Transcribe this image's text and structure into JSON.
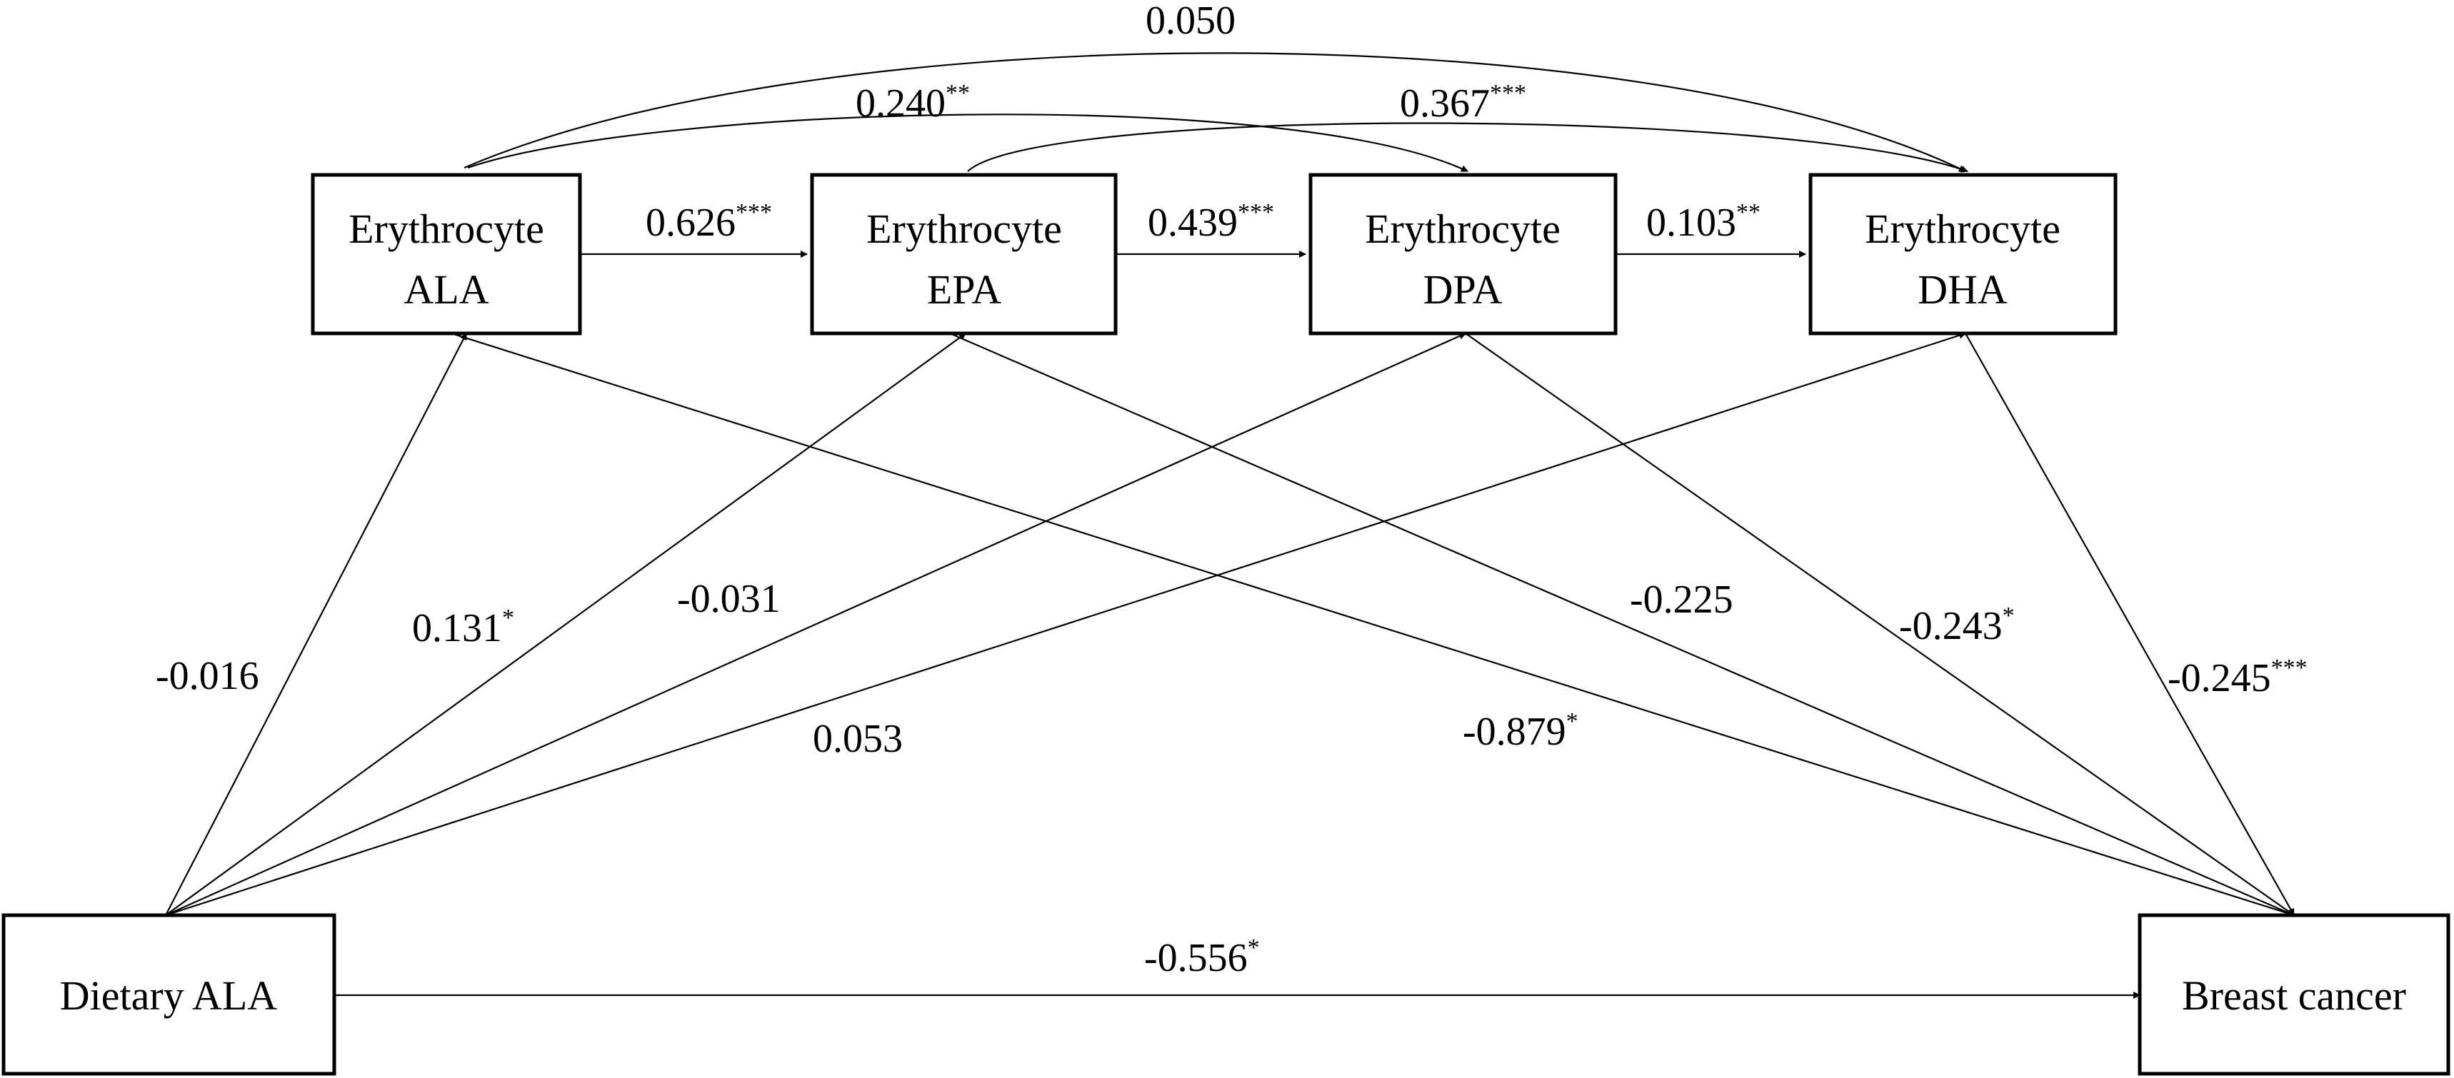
{
  "nodes": {
    "ery_ala": {
      "line1": "Erythrocyte",
      "line2": "ALA"
    },
    "ery_epa": {
      "line1": "Erythrocyte",
      "line2": "EPA"
    },
    "ery_dpa": {
      "line1": "Erythrocyte",
      "line2": "DPA"
    },
    "ery_dha": {
      "line1": "Erythrocyte",
      "line2": "DHA"
    },
    "dietary_ala": {
      "label": "Dietary ALA"
    },
    "breast_cancer": {
      "label": "Breast cancer"
    }
  },
  "paths": {
    "ala_to_epa": {
      "from": "Erythrocyte ALA",
      "to": "Erythrocyte EPA",
      "coef": "0.626",
      "sig": "***"
    },
    "epa_to_dpa": {
      "from": "Erythrocyte EPA",
      "to": "Erythrocyte DPA",
      "coef": "0.439",
      "sig": "***"
    },
    "dpa_to_dha": {
      "from": "Erythrocyte DPA",
      "to": "Erythrocyte DHA",
      "coef": "0.103",
      "sig": "**"
    },
    "ala_to_dpa": {
      "from": "Erythrocyte ALA",
      "to": "Erythrocyte DPA",
      "coef": "0.240",
      "sig": "**"
    },
    "epa_to_dha": {
      "from": "Erythrocyte EPA",
      "to": "Erythrocyte DHA",
      "coef": "0.367",
      "sig": "***"
    },
    "ala_to_dha": {
      "from": "Erythrocyte ALA",
      "to": "Erythrocyte DHA",
      "coef": "0.050",
      "sig": ""
    },
    "diet_to_ery_ala": {
      "from": "Dietary ALA",
      "to": "Erythrocyte ALA",
      "coef": "-0.016",
      "sig": ""
    },
    "diet_to_ery_epa": {
      "from": "Dietary ALA",
      "to": "Erythrocyte EPA",
      "coef": "0.131",
      "sig": "*"
    },
    "diet_to_ery_dpa": {
      "from": "Dietary ALA",
      "to": "Erythrocyte DPA",
      "coef": "-0.031",
      "sig": ""
    },
    "diet_to_ery_dha": {
      "from": "Dietary ALA",
      "to": "Erythrocyte DHA",
      "coef": "0.053",
      "sig": ""
    },
    "ery_ala_to_bc": {
      "from": "Erythrocyte ALA",
      "to": "Breast cancer",
      "coef": "-0.879",
      "sig": "*"
    },
    "ery_epa_to_bc": {
      "from": "Erythrocyte EPA",
      "to": "Breast cancer",
      "coef": "-0.225",
      "sig": ""
    },
    "ery_dpa_to_bc": {
      "from": "Erythrocyte DPA",
      "to": "Breast cancer",
      "coef": "-0.243",
      "sig": "*"
    },
    "ery_dha_to_bc": {
      "from": "Erythrocyte DHA",
      "to": "Breast cancer",
      "coef": "-0.245",
      "sig": "***"
    },
    "diet_to_bc": {
      "from": "Dietary ALA",
      "to": "Breast cancer",
      "coef": "-0.556",
      "sig": "*"
    }
  }
}
